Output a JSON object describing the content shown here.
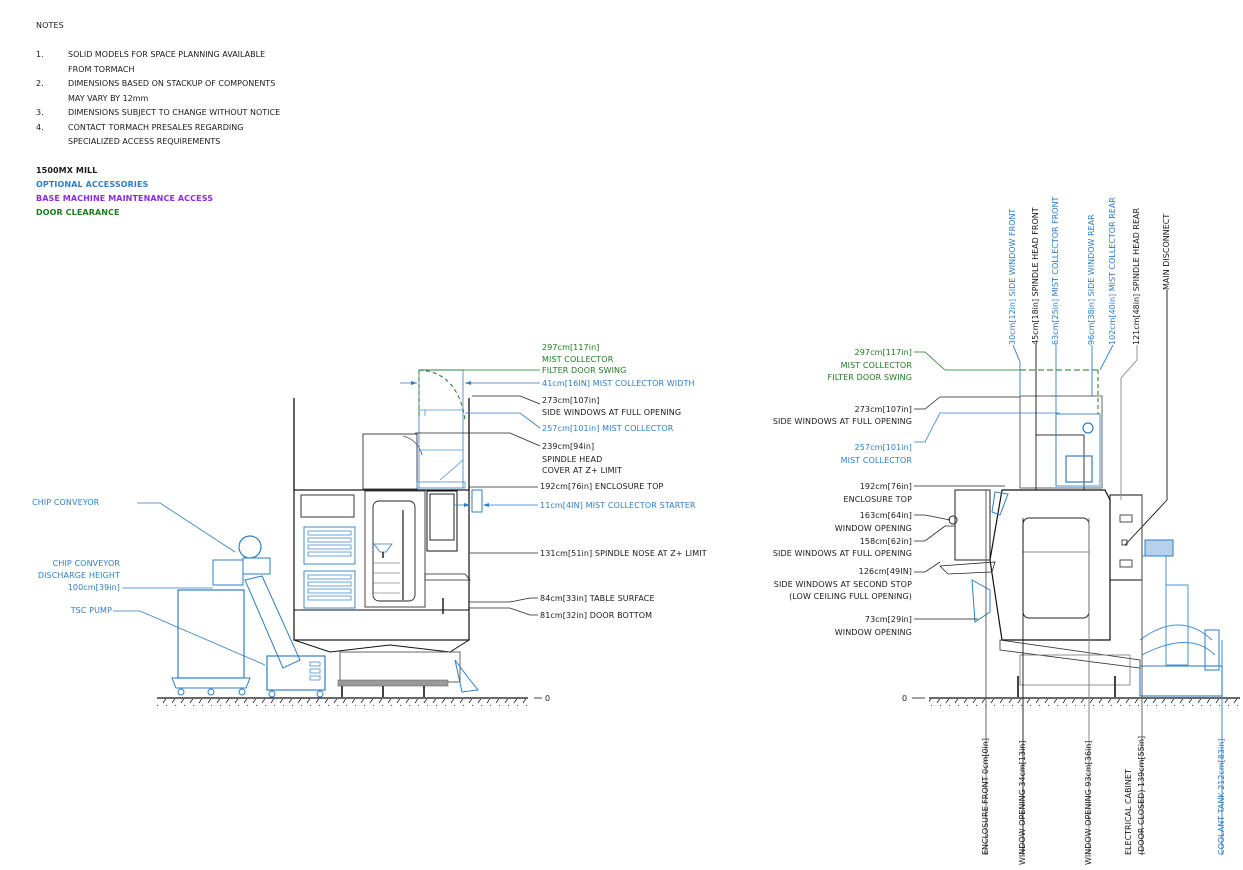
{
  "notes": {
    "title": "NOTES",
    "items": [
      {
        "num": "1.",
        "lines": [
          "SOLID MODELS FOR SPACE PLANNING AVAILABLE",
          "FROM TORMACH"
        ]
      },
      {
        "num": "2.",
        "lines": [
          "DIMENSIONS BASED ON STACKUP OF COMPONENTS",
          "MAY VARY BY 12mm"
        ]
      },
      {
        "num": "3.",
        "lines": [
          "DIMENSIONS SUBJECT TO CHANGE WITHOUT NOTICE"
        ]
      },
      {
        "num": "4.",
        "lines": [
          "CONTACT TORMACH PRESALES REGARDING",
          "SPECIALIZED ACCESS REQUIREMENTS"
        ]
      }
    ]
  },
  "legend": {
    "machine": "1500MX MILL",
    "optional": "OPTIONAL ACCESSORIES",
    "maintenance": "BASE MACHINE MAINTENANCE ACCESS",
    "door": "DOOR CLEARANCE"
  },
  "colors": {
    "machine": "#1a1a1a",
    "optional": "#2e7ec4",
    "maintenance": "#8a2be2",
    "door": "#1d7a1d"
  },
  "front_view": {
    "ground_zero": "0",
    "callouts": {
      "filter_door_dim": "297cm[117in]",
      "filter_door_l1": "MIST COLLECTOR",
      "filter_door_l2": "FILTER DOOR SWING",
      "mist_width": "41cm[16IN] MIST COLLECTOR WIDTH",
      "side_windows_dim": "273cm[107in]",
      "side_windows_label": "SIDE WINDOWS AT FULL OPENING",
      "mist_collector": "257cm[101in] MIST COLLECTOR",
      "spindle_cover_dim": "239cm[94in]",
      "spindle_cover_l1": "SPINDLE HEAD",
      "spindle_cover_l2": "COVER AT Z+ LIMIT",
      "enclosure_top": "192cm[76in] ENCLOSURE TOP",
      "mist_starter": "11cm[4IN] MIST COLLECTOR STARTER",
      "spindle_nose": "131cm[51in] SPINDLE NOSE AT Z+ LIMIT",
      "table_surface": "84cm[33in] TABLE SURFACE",
      "door_bottom": "81cm[32in] DOOR BOTTOM",
      "chip_conveyor": "CHIP CONVEYOR",
      "discharge_l1": "CHIP CONVEYOR",
      "discharge_l2": "DISCHARGE HEIGHT",
      "discharge_dim": "100cm[39in]",
      "tsc_pump": "TSC PUMP"
    }
  },
  "side_view": {
    "ground_zero": "0",
    "left_callouts": {
      "filter_door_dim": "297cm[117in]",
      "filter_door_l1": "MIST COLLECTOR",
      "filter_door_l2": "FILTER DOOR SWING",
      "side_windows_dim": "273cm[107in]",
      "side_windows_label": "SIDE WINDOWS AT FULL OPENING",
      "mist_collector_dim": "257cm[101in]",
      "mist_collector_label": "MIST COLLECTOR",
      "enclosure_top_dim": "192cm[76in]",
      "enclosure_top_label": "ENCLOSURE TOP",
      "window_opening_163_dim": "163cm[64in]",
      "window_opening_163_label": "WINDOW OPENING",
      "side_windows_158_dim": "158cm[62in]",
      "side_windows_158_label": "SIDE WINDOWS AT FULL OPENING",
      "second_stop_dim": "126cm[49IN]",
      "second_stop_l1": "SIDE WINDOWS AT SECOND STOP",
      "second_stop_l2": "(LOW CEILING FULL OPENING)",
      "window_opening_73_dim": "73cm[29in]",
      "window_opening_73_label": "WINDOW OPENING"
    },
    "top_callouts": [
      {
        "text": "30cm[12in] SIDE WINDOW FRONT",
        "group": "optional"
      },
      {
        "text": "45cm[18in] SPINDLE HEAD FRONT",
        "group": "machine"
      },
      {
        "text": "63cm[25in] MIST COLLECTOR FRONT",
        "group": "optional"
      },
      {
        "text": "96cm[38in] SIDE WINDOW REAR",
        "group": "optional"
      },
      {
        "text": "102cm[40in] MIST COLLECTOR REAR",
        "group": "optional"
      },
      {
        "text": "121cm[48in] SPINDLE HEAD REAR",
        "group": "machine"
      },
      {
        "text": "MAIN DISCONNECT",
        "group": "machine"
      }
    ],
    "bottom_callouts": [
      {
        "text": "ENCLOSURE FRONT 0cm[0in]",
        "group": "machine"
      },
      {
        "text": "WINDOW OPENING 34cm[13in]",
        "group": "machine"
      },
      {
        "text": "WINDOW OPENING 93cm[36in]",
        "group": "machine"
      },
      {
        "text": "ELECTRICAL CABINET",
        "text2": "(DOOR CLOSED) 139cm[55in]",
        "group": "machine"
      },
      {
        "text": "COOLANT TANK 212cm[83in]",
        "group": "optional"
      }
    ]
  }
}
